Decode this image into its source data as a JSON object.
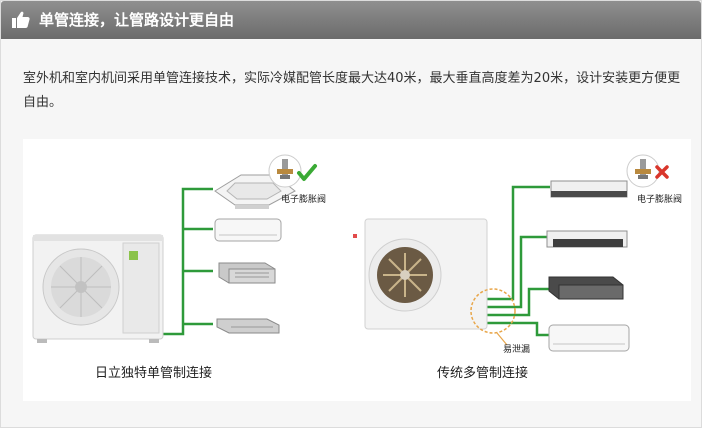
{
  "header": {
    "title": "单管连接，让管路设计更自由"
  },
  "description": "室外机和室内机间采用单管连接技术，实际冷媒配管长度最大达40米，最大垂直高度差为20米，设计安装更方便更自由。",
  "left_diagram": {
    "caption": "日立独特单管制连接",
    "valve_label": "电子膨胀阀",
    "status": "check"
  },
  "right_diagram": {
    "caption": "传统多管制连接",
    "valve_label": "电子膨胀阀",
    "leak_label": "易泄漏",
    "status": "cross"
  },
  "colors": {
    "header_bg": "#7d7d7d",
    "pipe": "#2e9a3a",
    "check": "#3aaa35",
    "cross": "#d9362b",
    "leak_circle": "#e8a64a"
  }
}
